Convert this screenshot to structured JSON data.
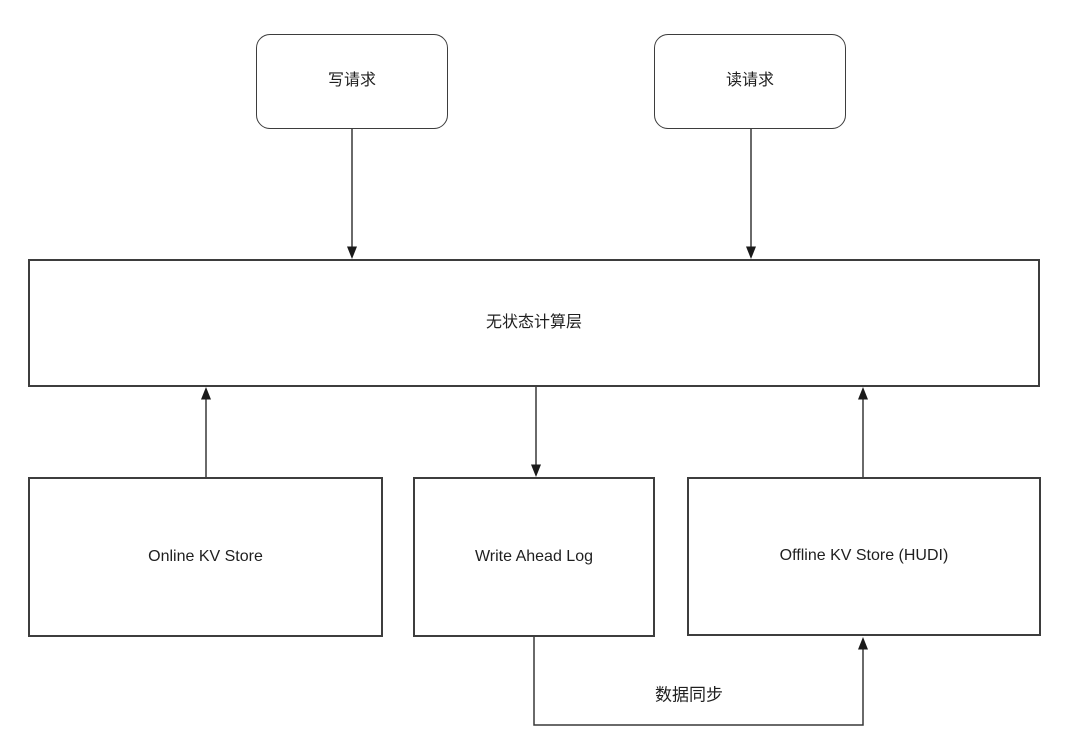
{
  "diagram": {
    "title": "kv-storage-architecture",
    "colors": {
      "background": "#ffffff",
      "stroke": "#383838",
      "text": "#1f1f1f"
    },
    "nodes": {
      "write_request": {
        "label": "写请求",
        "shape": "rounded"
      },
      "read_request": {
        "label": "读请求",
        "shape": "rounded"
      },
      "compute_layer": {
        "label": "无状态计算层",
        "shape": "rect"
      },
      "online_kv": {
        "label": "Online KV Store",
        "shape": "rect"
      },
      "write_ahead_log": {
        "label": "Write Ahead Log",
        "shape": "rect"
      },
      "offline_kv": {
        "label": "Offline KV Store (HUDI)",
        "shape": "rect"
      }
    },
    "edges": {
      "write_request_to_compute": {
        "label": ""
      },
      "read_request_to_compute": {
        "label": ""
      },
      "online_kv_to_compute": {
        "label": ""
      },
      "compute_to_write_ahead_log": {
        "label": ""
      },
      "offline_kv_to_compute": {
        "label": ""
      },
      "data_sync": {
        "label": "数据同步"
      }
    }
  }
}
